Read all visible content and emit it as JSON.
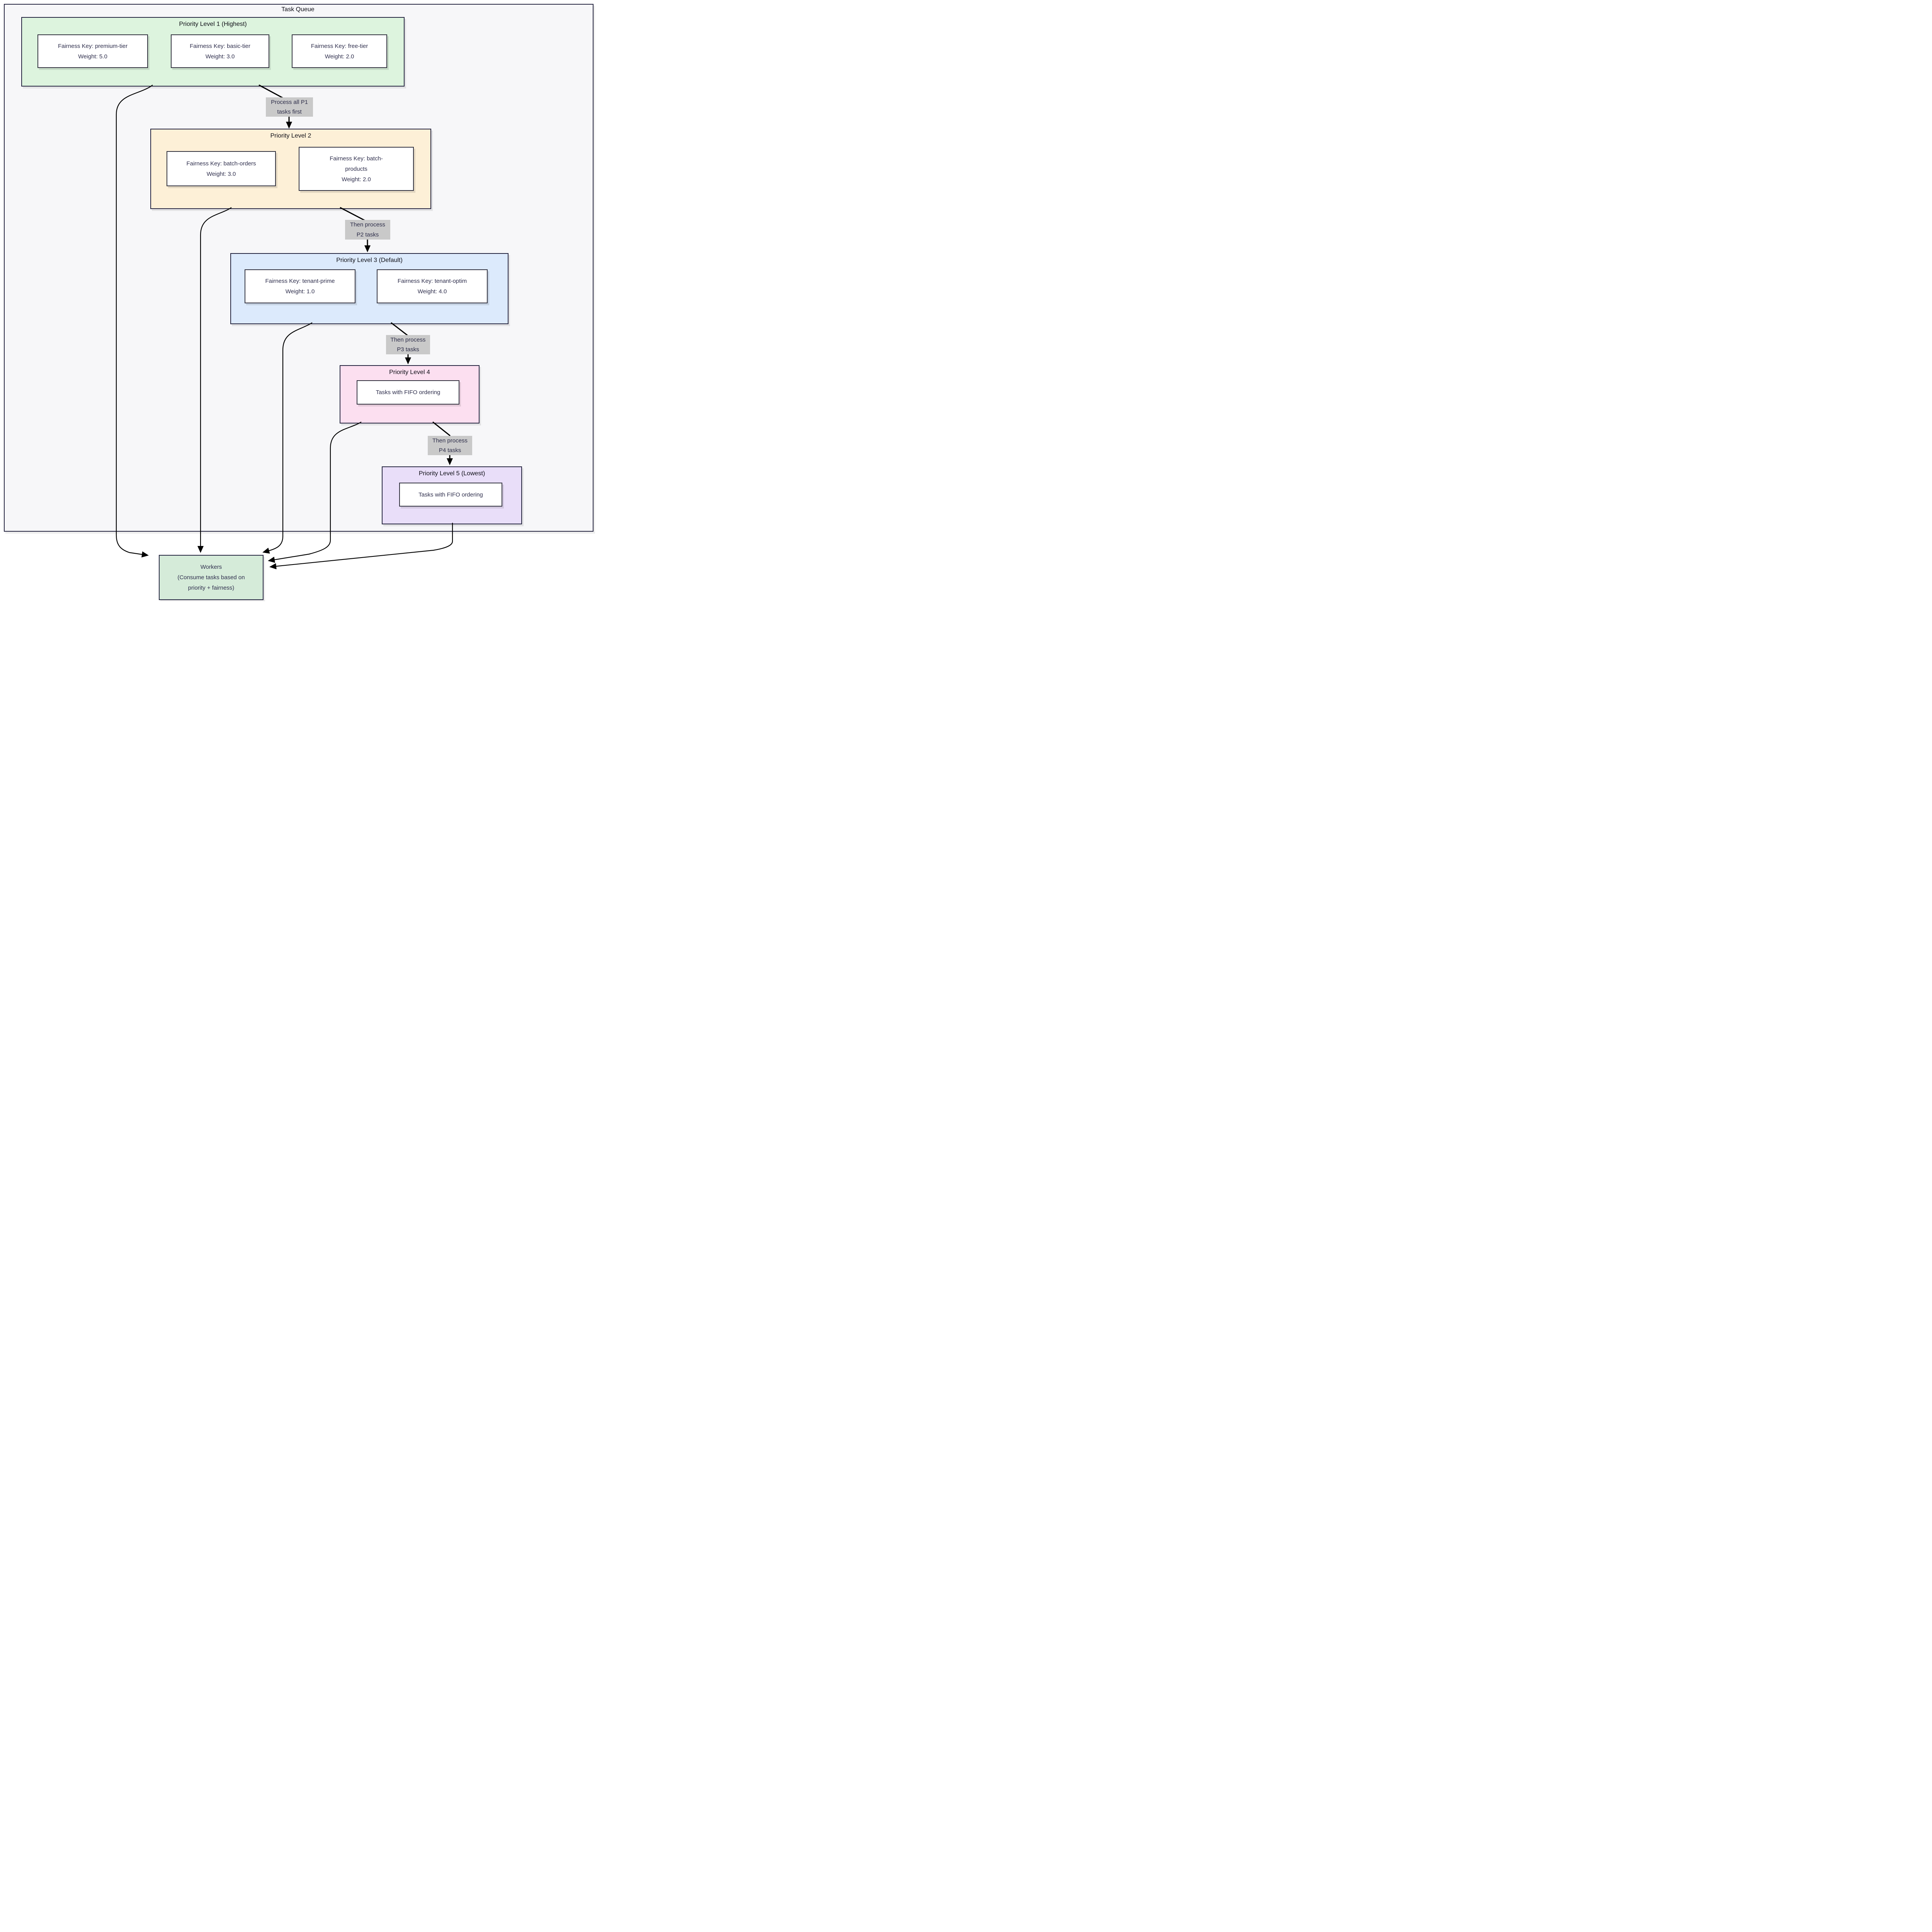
{
  "task_queue": {
    "title": "Task Queue"
  },
  "levels": {
    "p1": {
      "title": "Priority Level 1 (Highest)",
      "nodes": [
        "Fairness Key: premium-tier\nWeight: 5.0",
        "Fairness Key: basic-tier\nWeight: 3.0",
        "Fairness Key: free-tier\nWeight: 2.0"
      ]
    },
    "p2": {
      "title": "Priority Level 2",
      "nodes": [
        "Fairness Key: batch-orders\nWeight: 3.0",
        "Fairness Key: batch-\nproducts\nWeight: 2.0"
      ]
    },
    "p3": {
      "title": "Priority Level 3 (Default)",
      "nodes": [
        "Fairness Key: tenant-prime\nWeight: 1.0",
        "Fairness Key: tenant-optim\nWeight: 4.0"
      ]
    },
    "p4": {
      "title": "Priority Level 4",
      "nodes": [
        "Tasks with FIFO ordering"
      ]
    },
    "p5": {
      "title": "Priority Level 5 (Lowest)",
      "nodes": [
        "Tasks with FIFO ordering"
      ]
    }
  },
  "edges": {
    "p1_p2": "Process all P1\ntasks first",
    "p2_p3": "Then process\nP2 tasks",
    "p3_p4": "Then process\nP3 tasks",
    "p4_p5": "Then process\nP4 tasks"
  },
  "workers": {
    "label": "Workers\n(Consume tasks based on\npriority + fairness)"
  },
  "colors": {
    "p1_fill": "#ddf4de",
    "p2_fill": "#fdf0d7",
    "p3_fill": "#dceafc",
    "p4_fill": "#fcdff0",
    "p5_fill": "#e9def9",
    "workers_fill": "#d5ebd9",
    "edge_label_bg": "#c9c9c9",
    "border_dark": "#252540",
    "container_fill": "#f7f7f9",
    "arrow": "#000000",
    "node_text": "#2f2f4d"
  }
}
